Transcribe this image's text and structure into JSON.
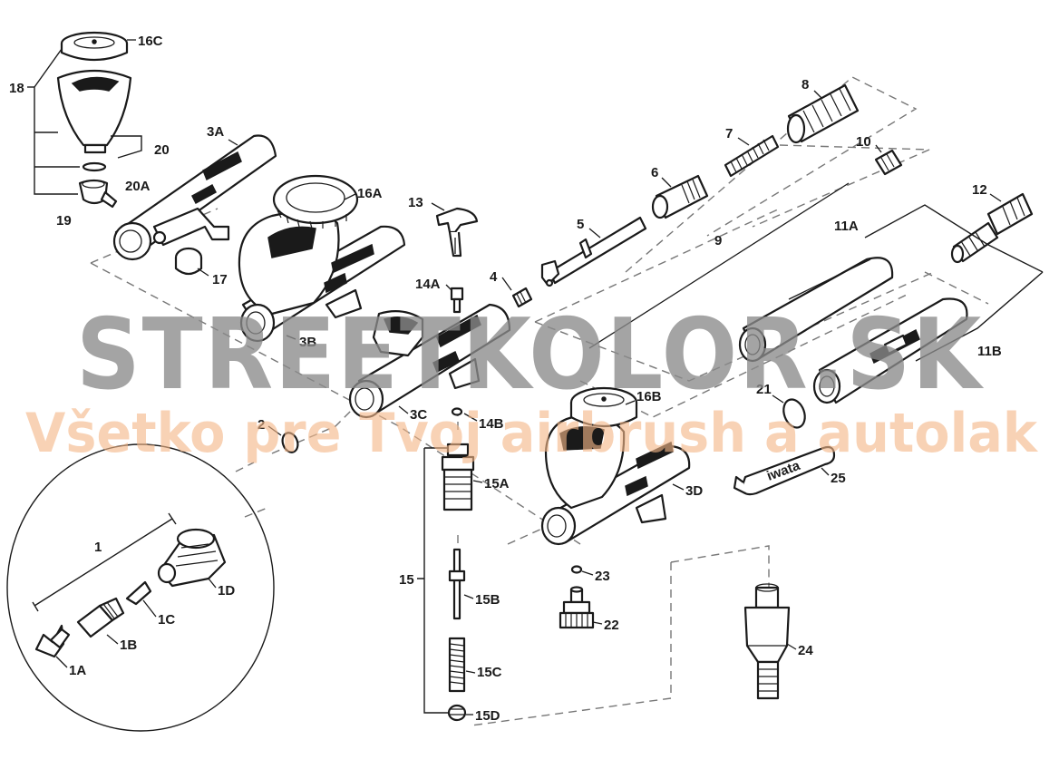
{
  "watermark": {
    "brand": "STREETKOLOR.SK",
    "slogan": "Všetko pre Tvoj airbrush a autolak",
    "brand_color": "#8a8a8a",
    "slogan_color": "#f3b687"
  },
  "wrench_text": "iwata",
  "labels": {
    "l1": "1",
    "l1A": "1A",
    "l1B": "1B",
    "l1C": "1C",
    "l1D": "1D",
    "l2": "2",
    "l3A": "3A",
    "l3B": "3B",
    "l3C": "3C",
    "l3D": "3D",
    "l4": "4",
    "l5": "5",
    "l6": "6",
    "l7": "7",
    "l8": "8",
    "l9": "9",
    "l10": "10",
    "l11A": "11A",
    "l11B": "11B",
    "l12": "12",
    "l13": "13",
    "l14A": "14A",
    "l14B": "14B",
    "l15": "15",
    "l15A": "15A",
    "l15B": "15B",
    "l15C": "15C",
    "l15D": "15D",
    "l16A": "16A",
    "l16B": "16B",
    "l16C": "16C",
    "l17": "17",
    "l18": "18",
    "l19": "19",
    "l20": "20",
    "l20A": "20A",
    "l21": "21",
    "l22": "22",
    "l23": "23",
    "l24": "24",
    "l25": "25"
  }
}
